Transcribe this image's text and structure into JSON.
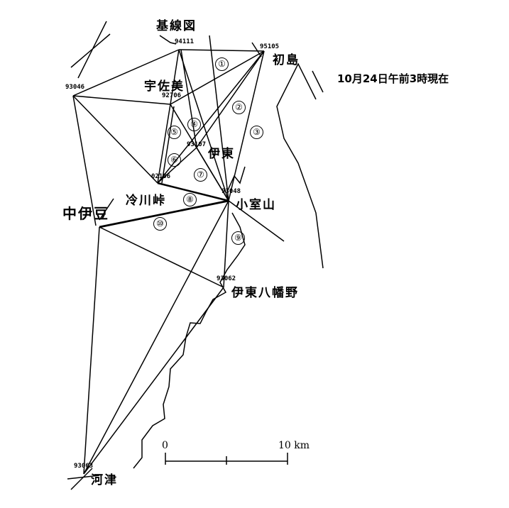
{
  "title": "基線図",
  "timestamp": "10月24日午前3時現在",
  "stations": [
    {
      "name": "",
      "code": "94111"
    },
    {
      "name": "初島",
      "code": "95105"
    },
    {
      "name": "",
      "code": "93046"
    },
    {
      "name": "宇佐美",
      "code": "92706"
    },
    {
      "name": "伊東",
      "code": "93107"
    },
    {
      "name": "冷川峠",
      "code": "02106"
    },
    {
      "name": "小室山",
      "code": "93048"
    },
    {
      "name": "中伊豆",
      "code": ""
    },
    {
      "name": "伊東八幡野",
      "code": "93062"
    },
    {
      "name": "河津",
      "code": "93063"
    }
  ],
  "baselines": [
    "①",
    "②",
    "③",
    "④",
    "⑤",
    "⑥",
    "⑦",
    "⑧",
    "⑨",
    "⑩"
  ],
  "scale": {
    "start": "0",
    "end": "10 km"
  }
}
